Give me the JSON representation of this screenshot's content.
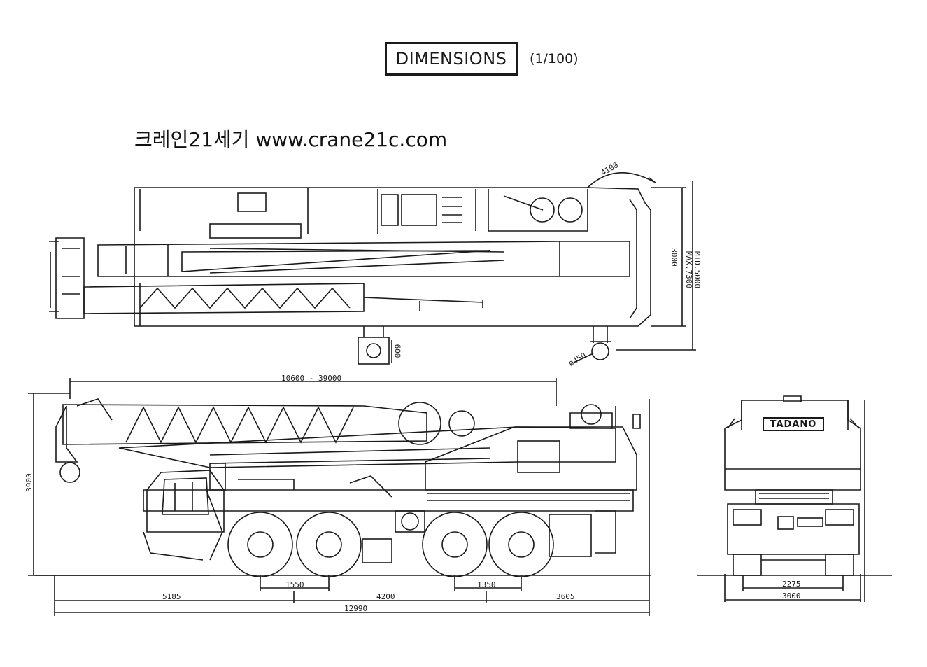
{
  "header": {
    "title": "DIMENSIONS",
    "scale": "(1/100)"
  },
  "watermark": "크레인21세기 www.crane21c.com",
  "brand": "TADANO",
  "top_view": {
    "dim_top_angle": "4100",
    "dim_width": "3000",
    "dim_max": "MAX.7300",
    "dim_mid": "MID.5000",
    "dim_pad_h": "600",
    "dim_pad_d": "ø450"
  },
  "side_view": {
    "dim_boom_length": "10600 - 39000",
    "dim_height": "3900",
    "dim_axle_front": "1550",
    "dim_axle_rear": "1350",
    "dim_front_overhang": "5185",
    "dim_wheelbase": "4200",
    "dim_rear_overhang": "3605",
    "dim_total_length": "12990"
  },
  "rear_view": {
    "dim_track": "2275",
    "dim_width": "3000"
  },
  "colors": {
    "ink": "#1a1a1a",
    "paper": "#ffffff"
  }
}
